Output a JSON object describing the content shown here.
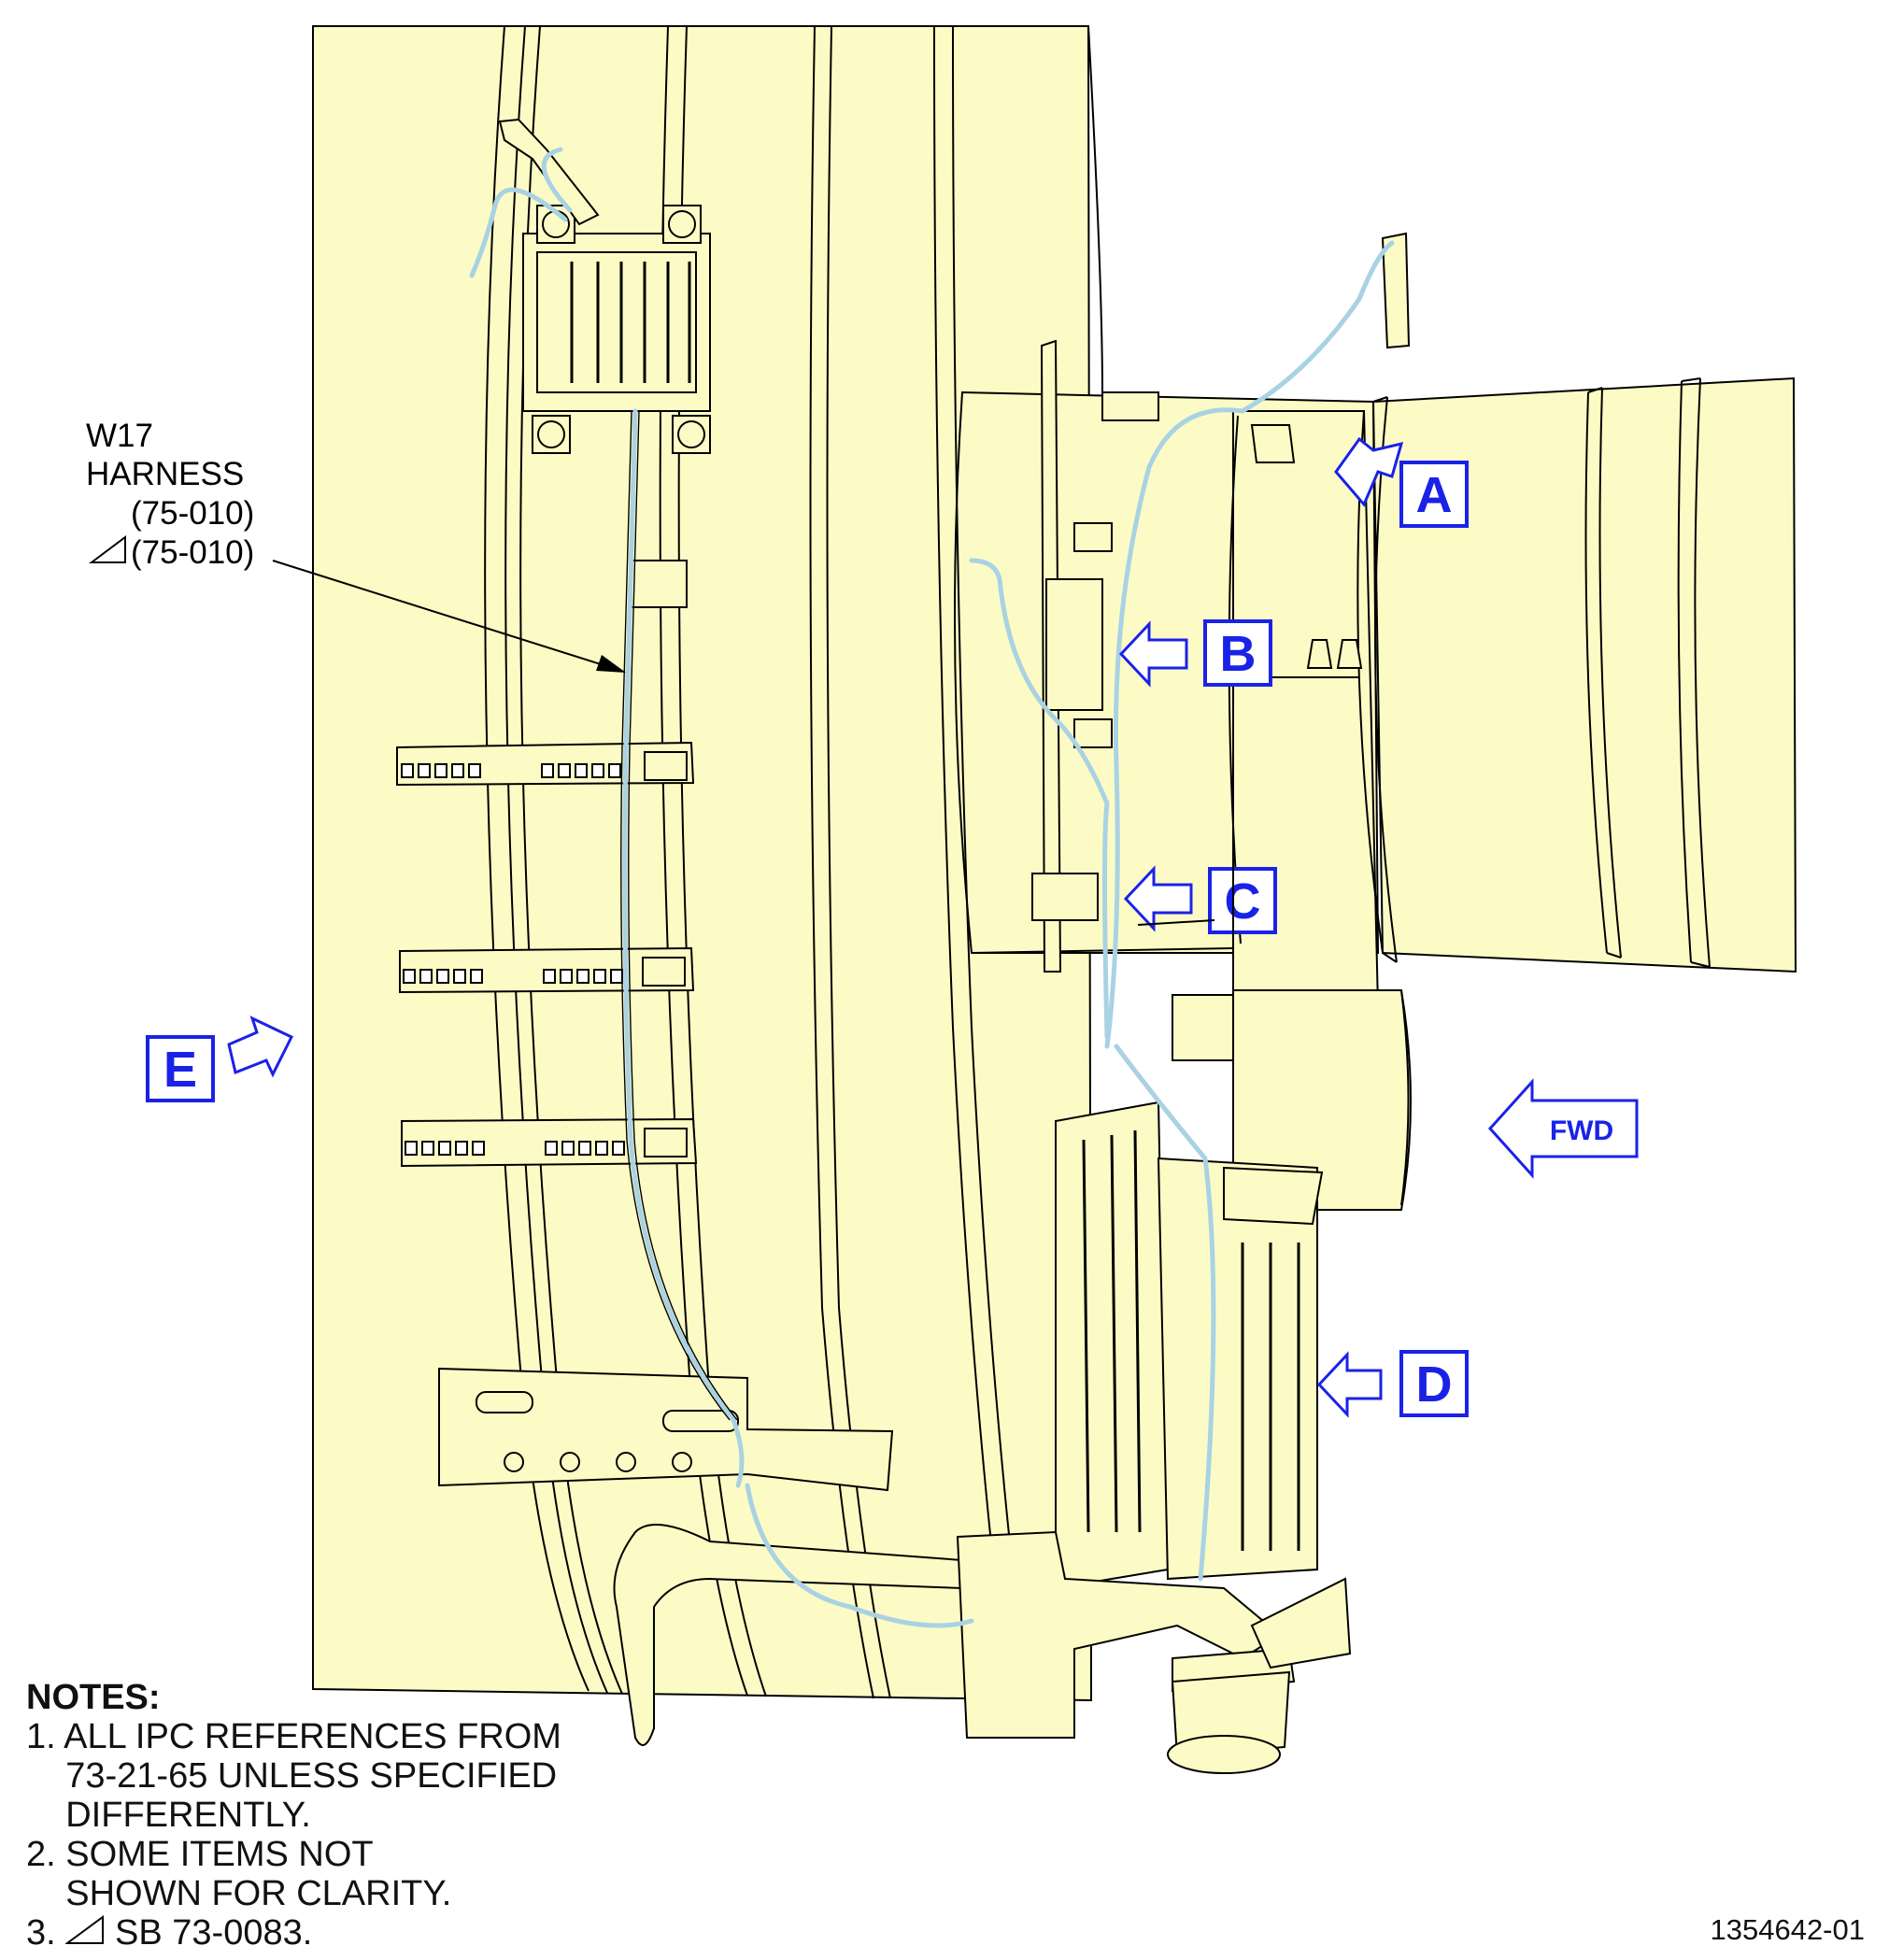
{
  "harness_callout": {
    "line1": "W17",
    "line2": "HARNESS",
    "line3": "(75-010)",
    "line4": "(75-010)"
  },
  "view_labels": [
    "A",
    "B",
    "C",
    "D",
    "E"
  ],
  "fwd_label": "FWD",
  "notes": {
    "title": "NOTES:",
    "lines": [
      "1. ALL IPC REFERENCES FROM",
      "    73-21-65 UNLESS SPECIFIED",
      "    DIFFERENTLY.",
      "2. SOME ITEMS NOT",
      "    SHOWN FOR CLARITY.",
      "3.      SB 73-0083."
    ]
  },
  "figure_number": "1354642-01",
  "colors": {
    "fill": "#fdfbc5",
    "line": "#000000",
    "harness": "#a9d2e3",
    "callout_blue": "#1a22e8"
  }
}
